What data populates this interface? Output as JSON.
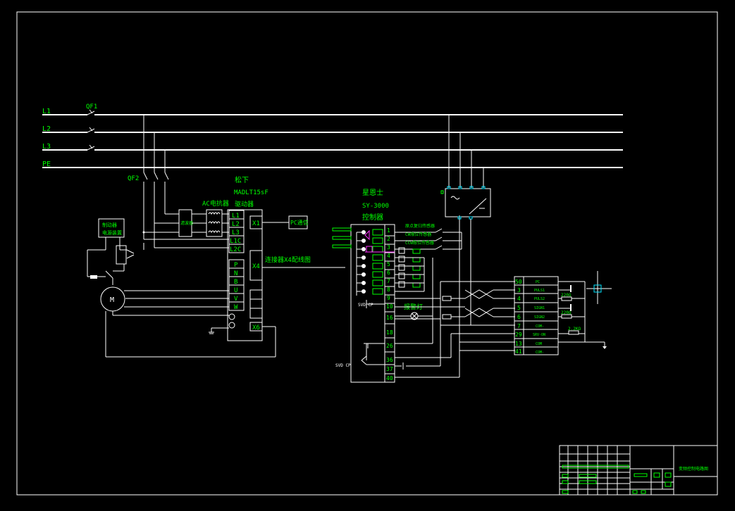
{
  "lines": {
    "l1": "L1",
    "l2": "L2",
    "l3": "L3",
    "pe": "PE"
  },
  "breakers": {
    "qf1": "QF1",
    "qf2": "QF2"
  },
  "driver": {
    "brand": "松下",
    "model": "MADLT15sF",
    "title": "驱动器",
    "ac_reactor": "AC电抗器",
    "filter": "滤波器",
    "terminals": [
      "L1",
      "L2",
      "L3",
      "L1C",
      "L2C"
    ],
    "motor_terminals": [
      "P",
      "N",
      "B",
      "U",
      "V",
      "W"
    ],
    "x1": "X1",
    "x4": "X4",
    "x6": "X6",
    "pc": "PC通信",
    "x4_note": "连接器X4配线图"
  },
  "brake": {
    "box_line1": "制动器",
    "box_line2": "电源装置"
  },
  "motor": {
    "label": "M"
  },
  "controller": {
    "brand": "星恩士",
    "model": "SY-3000",
    "title": "控制器",
    "pins": [
      "1",
      "2",
      "3",
      "4",
      "5",
      "6",
      "7",
      "8",
      "9",
      "10",
      "16",
      "18",
      "26",
      "36",
      "37",
      "40"
    ],
    "inputs": [
      "原点复归传感器",
      "CW限位传感器",
      "CCW限位传感器"
    ],
    "alarm_lamp": "报警灯",
    "sv1": "SVD CP",
    "sv2": "SVD CP"
  },
  "connector": {
    "pins": [
      "50",
      "3",
      "4",
      "5",
      "6",
      "7",
      "29",
      "13",
      "41"
    ],
    "signals": [
      "PC",
      "PULS1",
      "PULS2",
      "SIGN1",
      "SIGN2",
      "COM-",
      "SRV-ON",
      "COM",
      "COM-"
    ],
    "resistors": [
      "220Ω",
      "220Ω",
      "2.2KΩ"
    ]
  },
  "title_block": {
    "drawing_title": "变频控制电路图"
  }
}
